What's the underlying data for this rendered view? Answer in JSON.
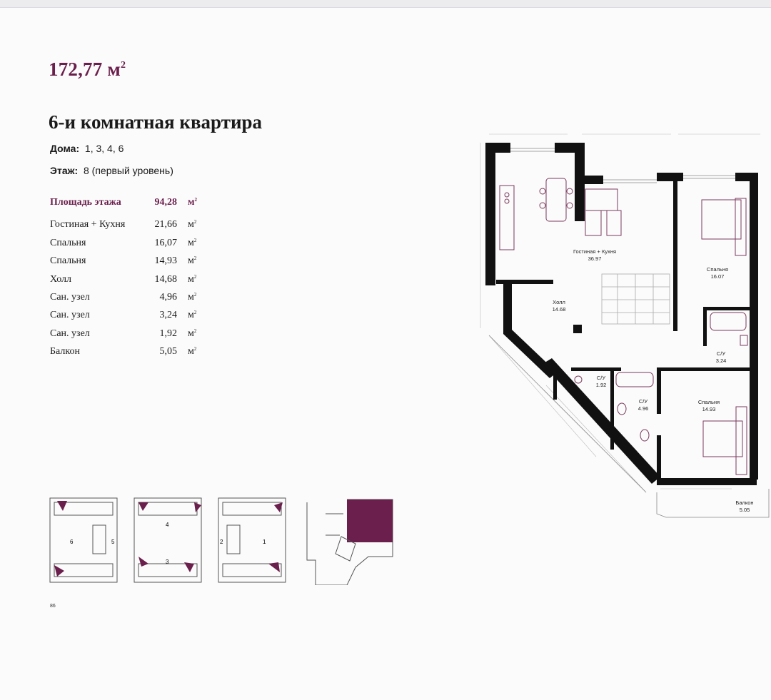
{
  "header": {
    "total_area": "172,77 м",
    "total_area_sup": "2",
    "title": "6-и комнатная квартира",
    "houses_label": "Дома:",
    "houses_value": "1, 3, 4, 6",
    "floor_label": "Этаж:",
    "floor_value": "8 (первый уровень)"
  },
  "floor_area": {
    "label": "Площадь этажа",
    "value": "94,28",
    "unit": "м",
    "sup": "2"
  },
  "rooms": [
    {
      "name": "Гостиная + Кухня",
      "value": "21,66",
      "unit": "м",
      "sup": "2"
    },
    {
      "name": "Спальня",
      "value": "16,07",
      "unit": "м",
      "sup": "2"
    },
    {
      "name": "Спальня",
      "value": "14,93",
      "unit": "м",
      "sup": "2"
    },
    {
      "name": "Холл",
      "value": "14,68",
      "unit": "м",
      "sup": "2"
    },
    {
      "name": "Сан. узел",
      "value": "4,96",
      "unit": "м",
      "sup": "2"
    },
    {
      "name": "Сан. узел",
      "value": "3,24",
      "unit": "м",
      "sup": "2"
    },
    {
      "name": "Сан. узел",
      "value": "1,92",
      "unit": "м",
      "sup": "2"
    },
    {
      "name": "Балкон",
      "value": "5,05",
      "unit": "м",
      "sup": "2"
    }
  ],
  "plan_labels": {
    "living_name": "Гостиная + Кухня",
    "living_area": "36.97",
    "hall_name": "Холл",
    "hall_area": "14.68",
    "bed1_name": "Спальня",
    "bed1_area": "16.07",
    "bed2_name": "Спальня",
    "bed2_area": "14.93",
    "wc1_name": "С/У",
    "wc1_area": "3.24",
    "wc2_name": "С/У",
    "wc2_area": "1.92",
    "wc3_name": "С/У",
    "wc3_area": "4.96",
    "balcony_name": "Балкон",
    "balcony_area": "5.05"
  },
  "house_numbers": [
    "6",
    "5",
    "4",
    "3",
    "2",
    "1"
  ],
  "page_number": "86",
  "colors": {
    "accent": "#6b1f4c",
    "wall": "#111111",
    "furniture": "#7a3a5c"
  }
}
